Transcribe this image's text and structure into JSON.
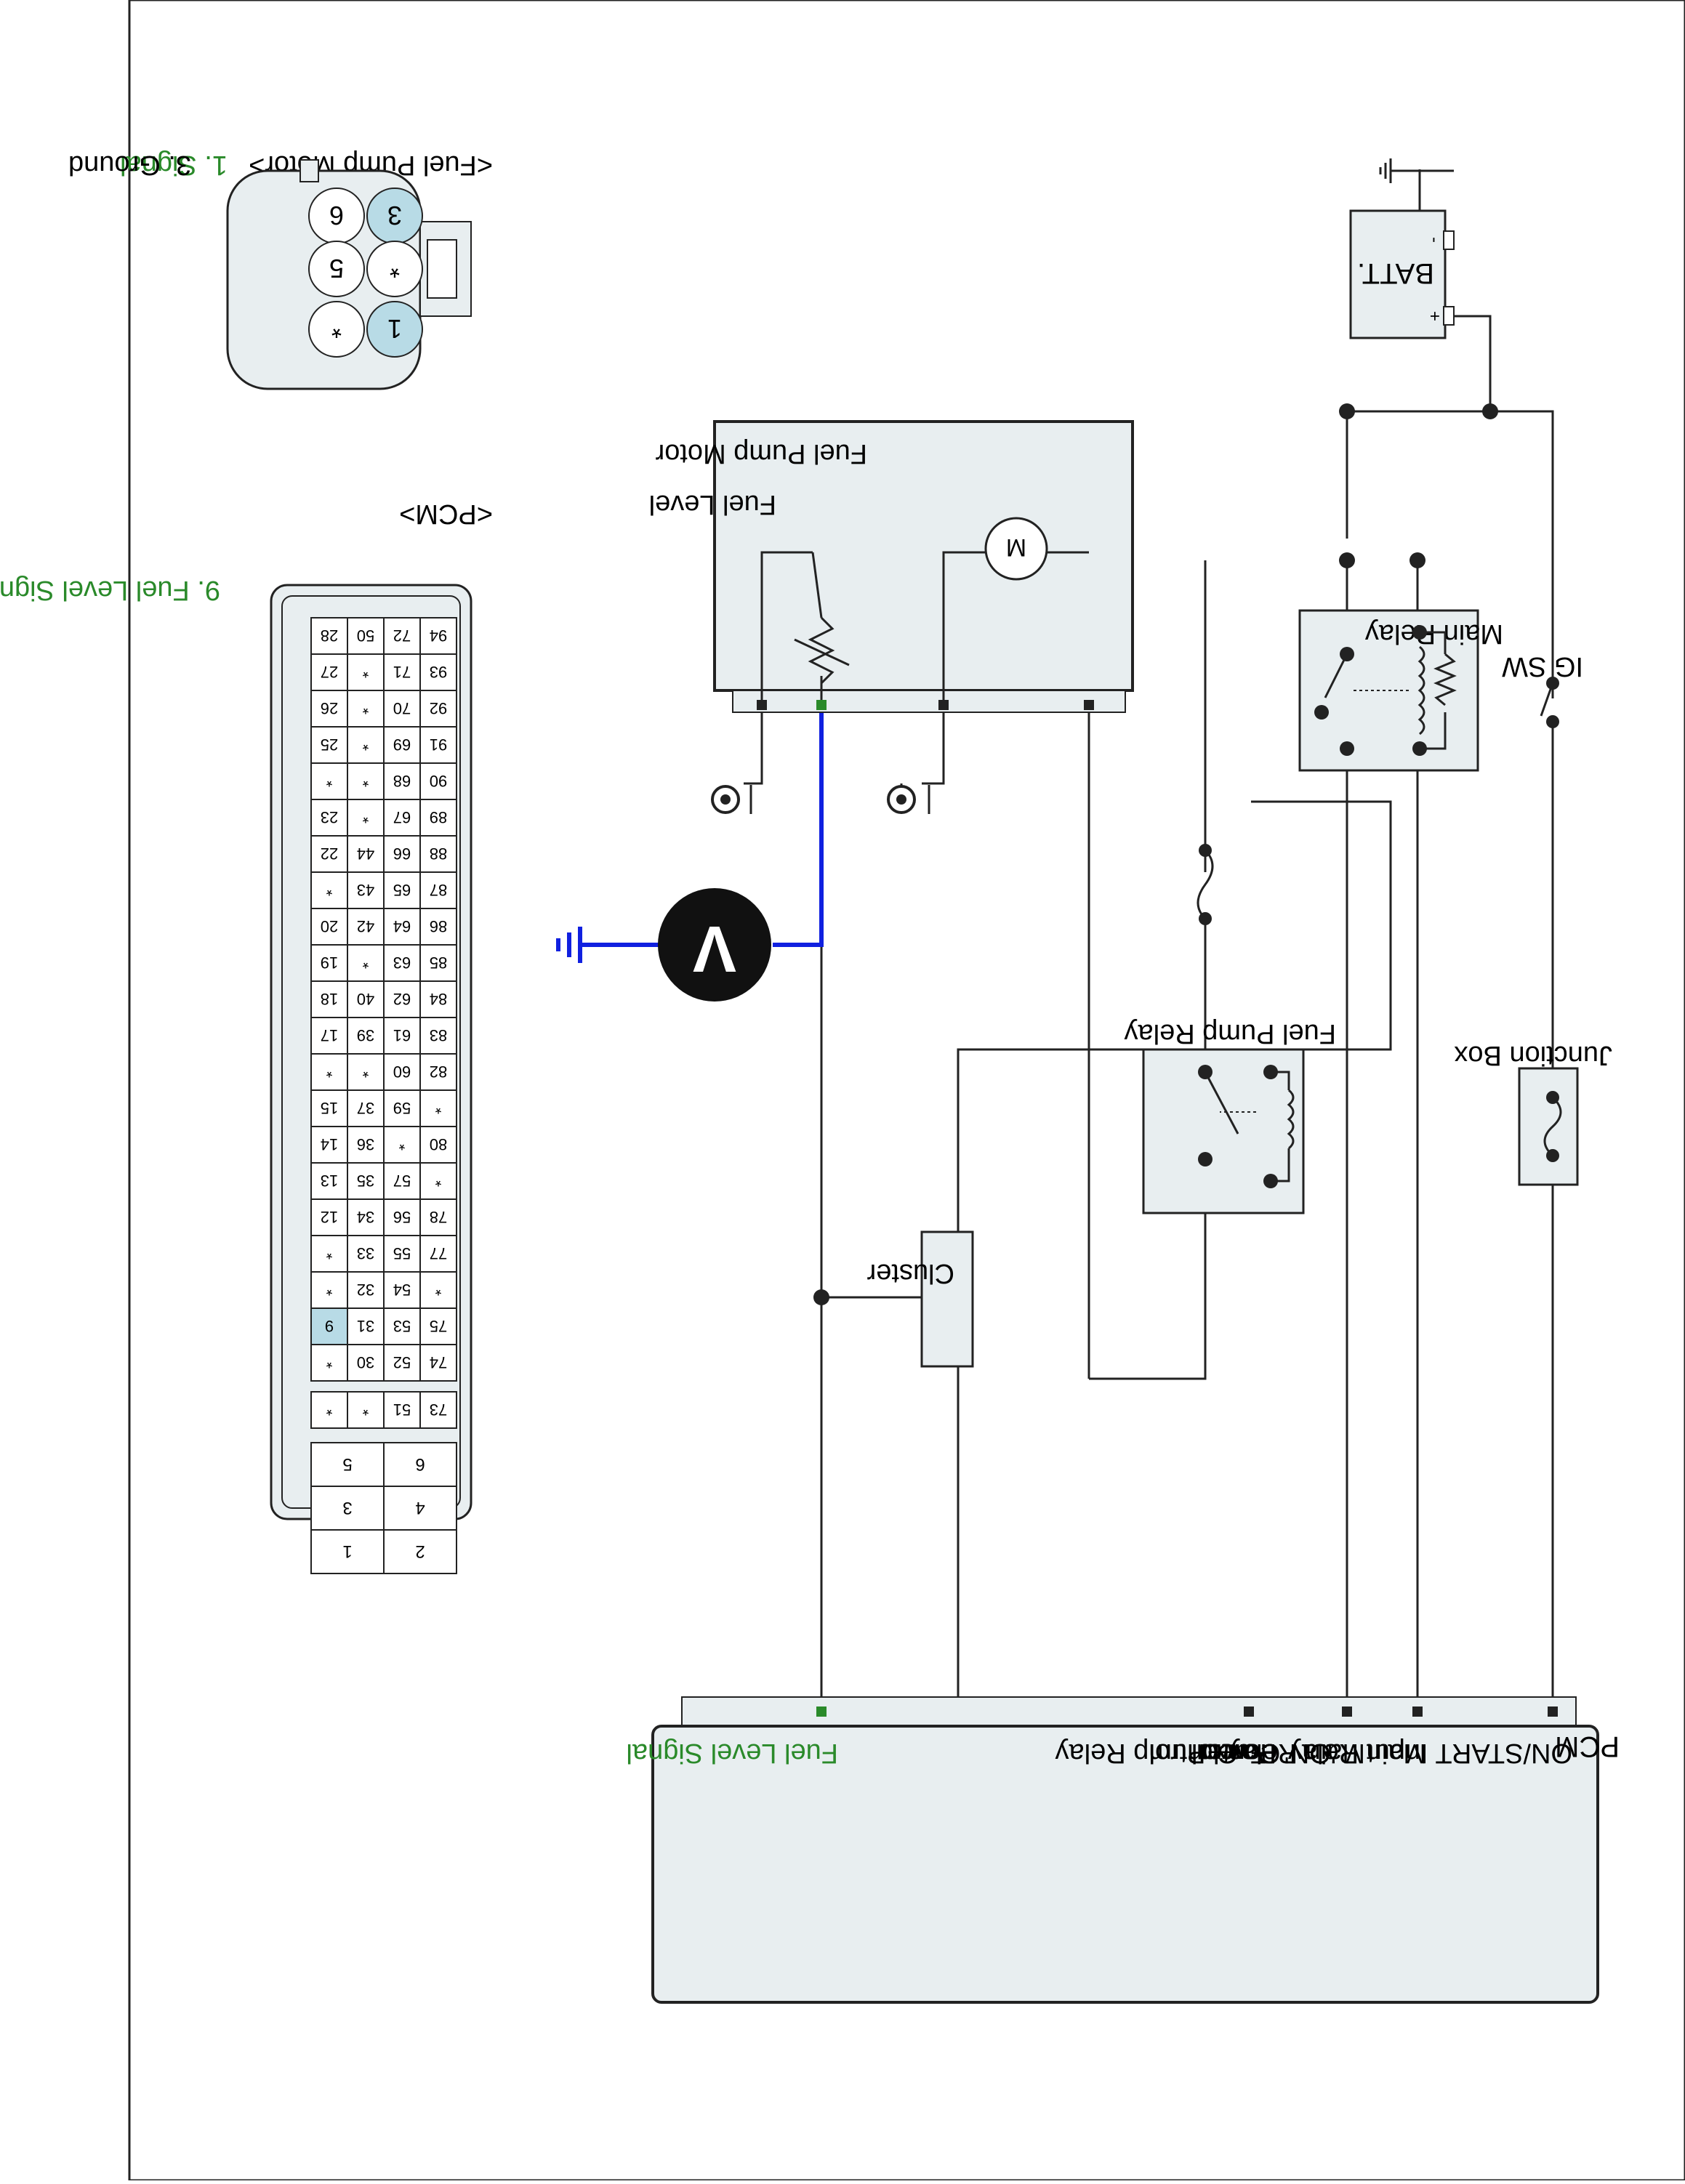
{
  "battery": {
    "label": "BATT.",
    "minus": "-",
    "plus": "+"
  },
  "ig_switch": {
    "label": "IG SW"
  },
  "junction_box": {
    "label": "Junction Box"
  },
  "main_relay": {
    "label": "Main Relay"
  },
  "fuel_pump_relay": {
    "label": "Fuel Pump Relay"
  },
  "fuel_pump_motor": {
    "title": "Fuel Pump Motor",
    "motor_symbol": "M",
    "fuel_level": "Fuel Level"
  },
  "cluster": {
    "label": "Cluster"
  },
  "voltmeter": {
    "symbol": "V"
  },
  "pcm_box": {
    "title": "PCM",
    "pins": [
      "ON/START Input",
      "Main Relay Control",
      "Main Relay",
      "'ON' Power",
      "Fuel Pump Relay",
      "Control",
      "Fuel Level Signal"
    ]
  },
  "motor_connector": {
    "title": "<Fuel Pump Motor>",
    "cavities": [
      "3",
      "*",
      "1",
      "6",
      "5",
      "*"
    ],
    "legend": [
      "1. Signal",
      "3. Ground"
    ]
  },
  "pcm_connector": {
    "title": "<PCM>",
    "legend": "9. Fuel Level Signal",
    "rows": [
      [
        "94",
        "93",
        "92",
        "91",
        "90",
        "89",
        "88",
        "87",
        "86",
        "85",
        "84",
        "83",
        "82",
        "*",
        "80",
        "*",
        "78",
        "77",
        "*",
        "75",
        "74"
      ],
      [
        "72",
        "71",
        "70",
        "69",
        "68",
        "67",
        "66",
        "65",
        "64",
        "63",
        "62",
        "61",
        "60",
        "59",
        "*",
        "57",
        "56",
        "55",
        "54",
        "53",
        "52"
      ],
      [
        "50",
        "*",
        "*",
        "*",
        "*",
        "*",
        "44",
        "43",
        "42",
        "*",
        "40",
        "39",
        "*",
        "37",
        "36",
        "35",
        "34",
        "33",
        "32",
        "31",
        "30"
      ],
      [
        "28",
        "27",
        "26",
        "25",
        "*",
        "23",
        "22",
        "*",
        "20",
        "19",
        "18",
        "17",
        "*",
        "15",
        "14",
        "13",
        "12",
        "*",
        "*",
        "9",
        "*"
      ]
    ],
    "extra_column": [
      "73",
      "51",
      "*",
      "*"
    ],
    "power_pins": [
      [
        "6",
        "5"
      ],
      [
        "4",
        "3"
      ],
      [
        "2",
        "1"
      ]
    ]
  },
  "colors": {
    "signal": "#2a8a2a",
    "probe_wire": "#1020e0",
    "highlight": "#b8dbe6",
    "box_fill": "#e8eef0",
    "wire": "#222222"
  }
}
